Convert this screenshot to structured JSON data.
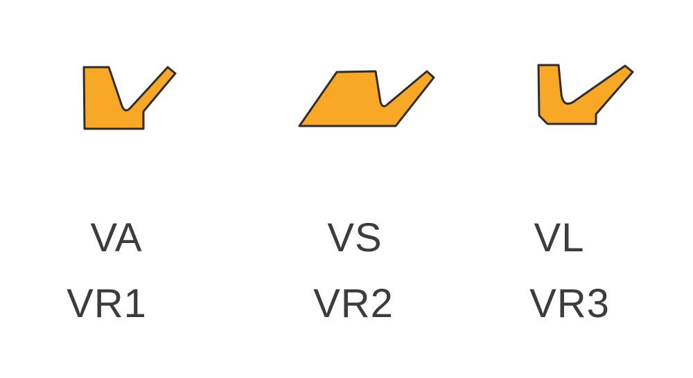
{
  "diagram": {
    "colors": {
      "shape_fill": "#F9A825",
      "shape_outline": "#2d2d2d",
      "label_text": "#3c3c3c"
    },
    "items": [
      {
        "icon": "v-seal-profile-a-icon",
        "label_top": "VA",
        "label_bottom": "VR1"
      },
      {
        "icon": "v-seal-profile-s-icon",
        "label_top": "VS",
        "label_bottom": "VR2"
      },
      {
        "icon": "v-seal-profile-l-icon",
        "label_top": "VL",
        "label_bottom": "VR3"
      }
    ]
  }
}
